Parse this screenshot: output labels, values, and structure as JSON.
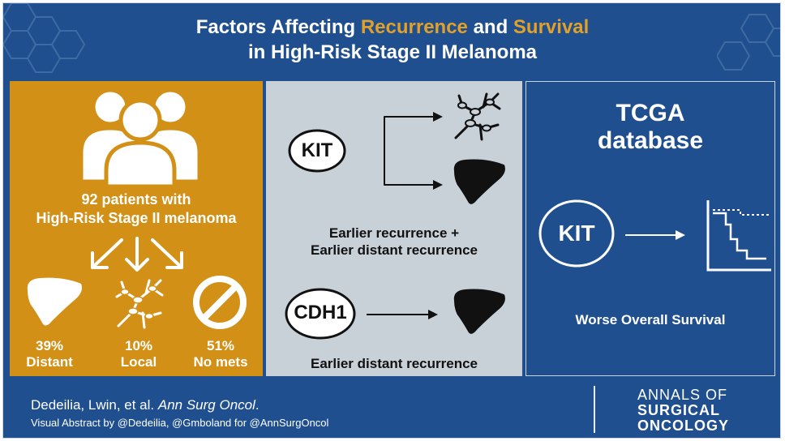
{
  "title": {
    "part1": "Factors Affecting ",
    "accent1": "Recurrence",
    "part2": " and ",
    "accent2": "Survival",
    "line2": "in High-Risk Stage II Melanoma"
  },
  "panel_left": {
    "patients_line1": "92 patients with",
    "patients_line2": "High-Risk Stage II melanoma",
    "outcomes": [
      {
        "percent": "39%",
        "label": "Distant",
        "icon": "liver-icon"
      },
      {
        "percent": "10%",
        "label": "Local",
        "icon": "lymph-node-icon"
      },
      {
        "percent": "51%",
        "label": "No mets",
        "icon": "no-symbol-icon"
      }
    ]
  },
  "panel_middle": {
    "gene1": "KIT",
    "gene1_result_line1": "Earlier recurrence +",
    "gene1_result_line2": "Earlier distant recurrence",
    "gene2": "CDH1",
    "gene2_result": "Earlier distant recurrence"
  },
  "panel_right": {
    "heading_line1": "TCGA",
    "heading_line2": "database",
    "gene": "KIT",
    "result": "Worse Overall Survival"
  },
  "footer": {
    "authors": "Dedeilia, Lwin, et al. ",
    "journal_italic": "Ann Surg Oncol",
    "journal_end": ".",
    "credit": "Visual Abstract by @Dedeilia, @Gmboland for @AnnSurgOncol",
    "logo_line1": "ANNALS OF",
    "logo_line2": "SURGICAL",
    "logo_line3": "ONCOLOGY"
  },
  "colors": {
    "navy": "#1f4f8e",
    "gold": "#d39017",
    "accent_text": "#e0a02a",
    "grey_panel": "#c8d0d8"
  }
}
